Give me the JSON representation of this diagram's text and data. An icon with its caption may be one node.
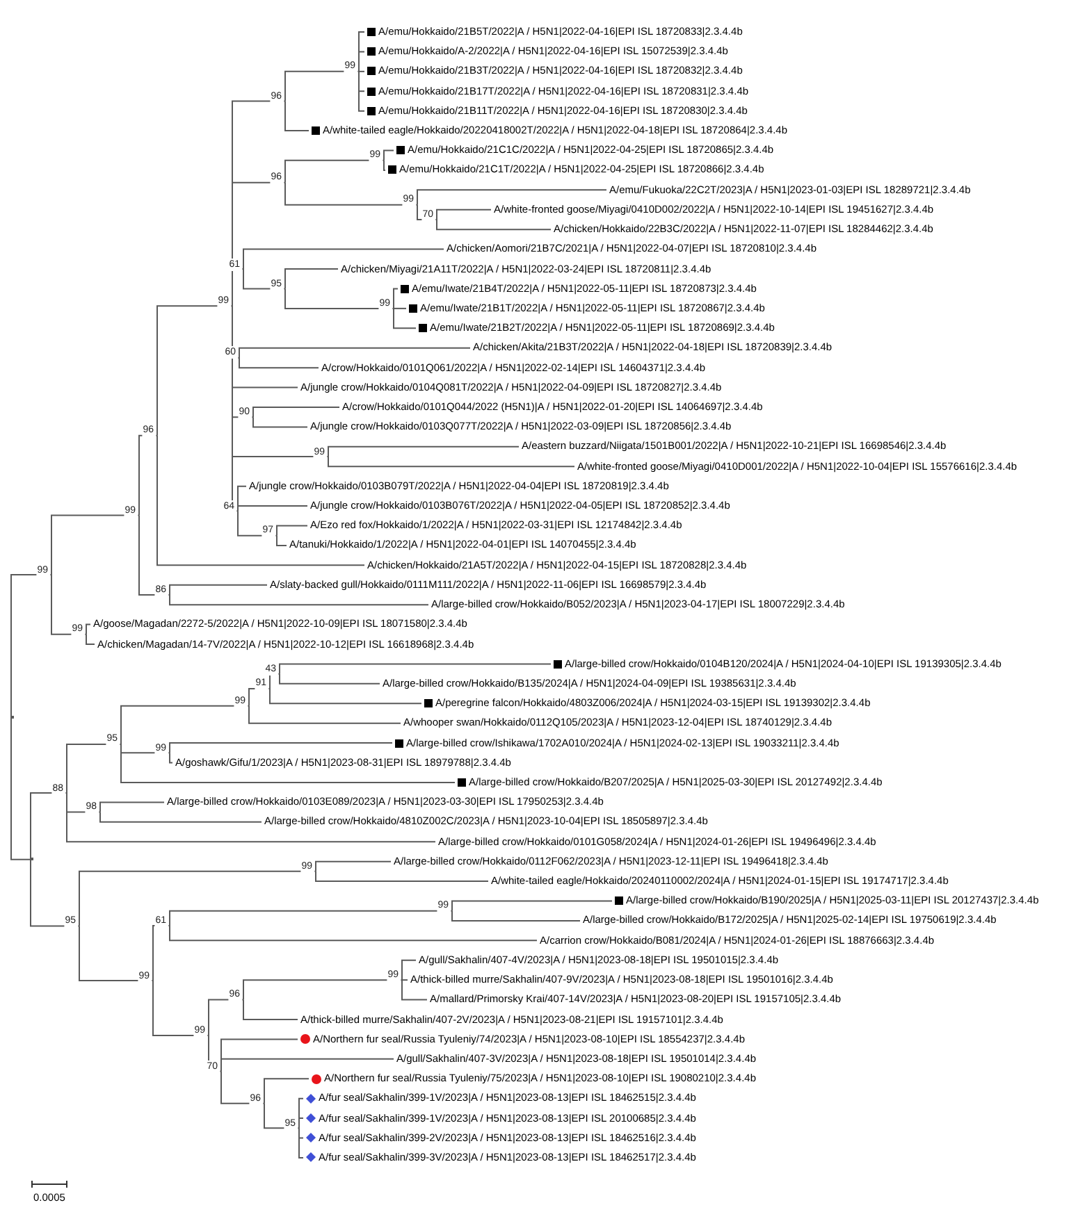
{
  "diagram": {
    "nodes": [
      {
        "text": [],
        "shape": "point"
      },
      {
        "text": [
          "99"
        ]
      },
      {
        "text": [
          "99"
        ]
      },
      {
        "text": [
          "96"
        ]
      },
      {
        "text": [
          "99"
        ]
      },
      {
        "text": [
          "96"
        ]
      },
      {
        "text": [
          "99"
        ]
      },
      {
        "text": [
          "A/emu/Hokkaido/21B5T/2022|A / H5N1|2022-04-16|EPI ISL 18720833|2.3.4.4b"
        ]
      },
      {
        "text": [
          "A/emu/Hokkaido/A-2/2022|A / H5N1|2022-04-16|EPI ISL 15072539|2.3.4.4b"
        ]
      },
      {
        "text": [
          "A/emu/Hokkaido/21B3T/2022|A / H5N1|2022-04-16|EPI ISL 18720832|2.3.4.4b"
        ]
      },
      {
        "text": [
          "A/emu/Hokkaido/21B17T/2022|A / H5N1|2022-04-16|EPI ISL 18720831|2.3.4.4b"
        ]
      },
      {
        "text": [
          "A/emu/Hokkaido/21B11T/2022|A / H5N1|2022-04-16|EPI ISL 18720830|2.3.4.4b"
        ]
      },
      {
        "text": [
          "A/white-tailed eagle/Hokkaido/20220418002T/2022|A / H5N1|2022-04-18|EPI ISL 18720864|2.3.4.4b"
        ]
      },
      {
        "text": [
          "96"
        ]
      },
      {
        "text": [
          "99"
        ]
      },
      {
        "text": [
          "A/emu/Hokkaido/21C1C/2022|A / H5N1|2022-04-25|EPI ISL 18720865|2.3.4.4b"
        ]
      },
      {
        "text": [
          "A/emu/Hokkaido/21C1T/2022|A / H5N1|2022-04-25|EPI ISL 18720866|2.3.4.4b"
        ]
      },
      {
        "text": [
          "99"
        ]
      },
      {
        "text": [
          "A/emu/Fukuoka/22C2T/2023|A / H5N1|2023-01-03|EPI ISL 18289721|2.3.4.4b"
        ]
      },
      {
        "text": [
          "70"
        ]
      },
      {
        "text": [
          "A/white-fronted goose/Miyagi/0410D002/2022|A / H5N1|2022-10-14|EPI ISL 19451627|2.3.4.4b"
        ]
      },
      {
        "text": [
          "A/chicken/Hokkaido/22B3C/2022|A / H5N1|2022-11-07|EPI ISL 18284462|2.3.4.4b"
        ]
      },
      {
        "text": [
          "61"
        ]
      },
      {
        "text": [
          "A/chicken/Aomori/21B7C/2021|A / H5N1|2022-04-07|EPI ISL 18720810|2.3.4.4b"
        ]
      },
      {
        "text": [
          "95"
        ]
      },
      {
        "text": [
          "A/chicken/Miyagi/21A11T/2022|A / H5N1|2022-03-24|EPI ISL 18720811|2.3.4.4b"
        ]
      },
      {
        "text": [
          "99"
        ]
      },
      {
        "text": [
          "A/emu/Iwate/21B4T/2022|A / H5N1|2022-05-11|EPI ISL 18720873|2.3.4.4b"
        ]
      },
      {
        "text": [
          "A/emu/Iwate/21B1T/2022|A / H5N1|2022-05-11|EPI ISL 18720867|2.3.4.4b"
        ]
      },
      {
        "text": [
          "A/emu/Iwate/21B2T/2022|A / H5N1|2022-05-11|EPI ISL 18720869|2.3.4.4b"
        ]
      },
      {
        "text": [
          "60"
        ]
      },
      {
        "text": [
          "A/chicken/Akita/21B3T/2022|A / H5N1|2022-04-18|EPI ISL 18720839|2.3.4.4b"
        ]
      },
      {
        "text": [
          "A/crow/Hokkaido/0101Q061/2022|A / H5N1|2022-02-14|EPI ISL 14604371|2.3.4.4b"
        ]
      },
      {
        "text": [
          "A/jungle crow/Hokkaido/0104Q081T/2022|A / H5N1|2022-04-09|EPI ISL 18720827|2.3.4.4b"
        ]
      },
      {
        "text": [
          "90"
        ]
      },
      {
        "text": [
          "A/crow/Hokkaido/0101Q044/2022 (H5N1)|A / H5N1|2022-01-20|EPI ISL 14064697|2.3.4.4b"
        ]
      },
      {
        "text": [
          "A/jungle crow/Hokkaido/0103Q077T/2022|A / H5N1|2022-03-09|EPI ISL 18720856|2.3.4.4b"
        ]
      },
      {
        "text": [
          "99"
        ]
      },
      {
        "text": [
          "A/eastern buzzard/Niigata/1501B001/2022|A / H5N1|2022-10-21|EPI ISL 16698546|2.3.4.4b"
        ]
      },
      {
        "text": [
          "A/white-fronted goose/Miyagi/0410D001/2022|A / H5N1|2022-10-04|EPI ISL 15576616|2.3.4.4b"
        ]
      },
      {
        "text": [
          "64"
        ]
      },
      {
        "text": [
          "A/jungle crow/Hokkaido/0103B079T/2022|A / H5N1|2022-04-04|EPI ISL 18720819|2.3.4.4b"
        ]
      },
      {
        "text": [
          "A/jungle crow/Hokkaido/0103B076T/2022|A / H5N1|2022-04-05|EPI ISL 18720852|2.3.4.4b"
        ]
      },
      {
        "text": [
          "97"
        ]
      },
      {
        "text": [
          "A/Ezo red fox/Hokkaido/1/2022|A / H5N1|2022-03-31|EPI ISL 12174842|2.3.4.4b"
        ]
      },
      {
        "text": [
          "A/tanuki/Hokkaido/1/2022|A / H5N1|2022-04-01|EPI ISL 14070455|2.3.4.4b"
        ]
      },
      {
        "text": [
          "A/chicken/Hokkaido/21A5T/2022|A / H5N1|2022-04-15|EPI ISL 18720828|2.3.4.4b"
        ]
      },
      {
        "text": [
          "86"
        ]
      },
      {
        "text": [
          "A/slaty-backed gull/Hokkaido/0111M111/2022|A / H5N1|2022-11-06|EPI ISL 16698579|2.3.4.4b"
        ]
      },
      {
        "text": [
          "A/large-billed crow/Hokkaido/B052/2023|A / H5N1|2023-04-17|EPI ISL 18007229|2.3.4.4b"
        ]
      },
      {
        "text": [
          "99"
        ]
      },
      {
        "text": [
          "A/goose/Magadan/2272-5/2022|A / H5N1|2022-10-09|EPI ISL 18071580|2.3.4.4b"
        ]
      },
      {
        "text": [
          "A/chicken/Magadan/14-7V/2022|A / H5N1|2022-10-12|EPI ISL 16618968|2.3.4.4b"
        ]
      },
      {
        "text": [],
        "shape": "point"
      },
      {
        "text": [
          "88"
        ]
      },
      {
        "text": [
          "95"
        ]
      },
      {
        "text": [
          "99"
        ]
      },
      {
        "text": [
          "91"
        ]
      },
      {
        "text": [
          "43"
        ]
      },
      {
        "text": [
          "A/large-billed crow/Hokkaido/0104B120/2024|A / H5N1|2024-04-10|EPI ISL 19139305|2.3.4.4b"
        ]
      },
      {
        "text": [
          "A/large-billed crow/Hokkaido/B135/2024|A / H5N1|2024-04-09|EPI ISL 19385631|2.3.4.4b"
        ]
      },
      {
        "text": [
          "A/peregrine falcon/Hokkaido/4803Z006/2024|A / H5N1|2024-03-15|EPI ISL 19139302|2.3.4.4b"
        ]
      },
      {
        "text": [
          "A/whooper swan/Hokkaido/0112Q105/2023|A / H5N1|2023-12-04|EPI ISL 18740129|2.3.4.4b"
        ]
      },
      {
        "text": [
          "99"
        ]
      },
      {
        "text": [
          "A/large-billed crow/Ishikawa/1702A010/2024|A / H5N1|2024-02-13|EPI ISL 19033211|2.3.4.4b"
        ]
      },
      {
        "text": [
          "A/goshawk/Gifu/1/2023|A / H5N1|2023-08-31|EPI ISL 18979788|2.3.4.4b"
        ]
      },
      {
        "text": [
          "A/large-billed crow/Hokkaido/B207/2025|A / H5N1|2025-03-30|EPI ISL 20127492|2.3.4.4b"
        ]
      },
      {
        "text": [
          "98"
        ]
      },
      {
        "text": [
          "A/large-billed crow/Hokkaido/0103E089/2023|A / H5N1|2023-03-30|EPI ISL 17950253|2.3.4.4b"
        ]
      },
      {
        "text": [
          "A/large-billed crow/Hokkaido/4810Z002C/2023|A / H5N1|2023-10-04|EPI ISL 18505897|2.3.4.4b"
        ]
      },
      {
        "text": [
          "A/large-billed crow/Hokkaido/0101G058/2024|A / H5N1|2024-01-26|EPI ISL 19496496|2.3.4.4b"
        ]
      },
      {
        "text": [
          "95"
        ]
      },
      {
        "text": [
          "99"
        ]
      },
      {
        "text": [
          "A/large-billed crow/Hokkaido/0112F062/2023|A / H5N1|2023-12-11|EPI ISL 19496418|2.3.4.4b"
        ]
      },
      {
        "text": [
          "A/white-tailed eagle/Hokkaido/20240110002/2024|A / H5N1|2024-01-15|EPI ISL 19174717|2.3.4.4b"
        ]
      },
      {
        "text": [
          "99"
        ]
      },
      {
        "text": [
          "61"
        ]
      },
      {
        "text": [
          "99"
        ]
      },
      {
        "text": [
          "A/large-billed crow/Hokkaido/B190/2025|A / H5N1|2025-03-11|EPI ISL 20127437|2.3.4.4b"
        ]
      },
      {
        "text": [
          "A/large-billed crow/Hokkaido/B172/2025|A / H5N1|2025-02-14|EPI ISL 19750619|2.3.4.4b"
        ]
      },
      {
        "text": [
          "A/carrion crow/Hokkaido/B081/2024|A / H5N1|2024-01-26|EPI ISL 18876663|2.3.4.4b"
        ]
      },
      {
        "text": [
          "99"
        ]
      },
      {
        "text": [
          "96"
        ]
      },
      {
        "text": [
          "99"
        ]
      },
      {
        "text": [
          "A/gull/Sakhalin/407-4V/2023|A / H5N1|2023-08-18|EPI ISL 19501015|2.3.4.4b"
        ]
      },
      {
        "text": [
          "A/thick-billed murre/Sakhalin/407-9V/2023|A / H5N1|2023-08-18|EPI ISL 19501016|2.3.4.4b"
        ]
      },
      {
        "text": [
          "A/mallard/Primorsky Krai/407-14V/2023|A / H5N1|2023-08-20|EPI ISL 19157105|2.3.4.4b"
        ]
      },
      {
        "text": [
          "A/thick-billed murre/Sakhalin/407-2V/2023|A / H5N1|2023-08-21|EPI ISL 19157101|2.3.4.4b"
        ]
      },
      {
        "text": [
          "70"
        ]
      },
      {
        "text": [
          "A/Northern fur seal/Russia Tyuleniy/74/2023|A / H5N1|2023-08-10|EPI ISL 18554237|2.3.4.4b"
        ]
      },
      {
        "text": [
          "A/gull/Sakhalin/407-3V/2023|A / H5N1|2023-08-18|EPI ISL 19501014|2.3.4.4b"
        ]
      },
      {
        "text": [
          "96"
        ]
      },
      {
        "text": [
          "A/Northern fur seal/Russia Tyuleniy/75/2023|A / H5N1|2023-08-10|EPI ISL 19080210|2.3.4.4b"
        ]
      },
      {
        "text": [
          "95"
        ]
      },
      {
        "text": [
          "A/fur seal/Sakhalin/399-1V/2023|A / H5N1|2023-08-13|EPI ISL 18462515|2.3.4.4b"
        ]
      },
      {
        "text": [
          "A/fur seal/Sakhalin/399-1V/2023|A / H5N1|2023-08-13|EPI ISL 20100685|2.3.4.4b"
        ]
      },
      {
        "text": [
          "A/fur seal/Sakhalin/399-2V/2023|A / H5N1|2023-08-13|EPI ISL 18462516|2.3.4.4b"
        ]
      },
      {
        "text": [
          "A/fur seal/Sakhalin/399-3V/2023|A / H5N1|2023-08-13|EPI ISL 18462517|2.3.4.4b"
        ]
      }
    ],
    "edges": [
      {
        "from": 0,
        "to": 1,
        "arrow": "none"
      },
      {
        "from": 1,
        "to": 2,
        "arrow": "none"
      },
      {
        "from": 2,
        "to": 3,
        "arrow": "none"
      },
      {
        "from": 3,
        "to": 4,
        "arrow": "none"
      },
      {
        "from": 4,
        "to": 5,
        "arrow": "none"
      },
      {
        "from": 5,
        "to": 6,
        "arrow": "none"
      },
      {
        "from": 6,
        "to": 7,
        "arrow": "none"
      },
      {
        "from": 6,
        "to": 8,
        "arrow": "none"
      },
      {
        "from": 6,
        "to": 9,
        "arrow": "none"
      },
      {
        "from": 6,
        "to": 10,
        "arrow": "none"
      },
      {
        "from": 6,
        "to": 11,
        "arrow": "none"
      },
      {
        "from": 5,
        "to": 12,
        "arrow": "none"
      },
      {
        "from": 4,
        "to": 13,
        "arrow": "none"
      },
      {
        "from": 13,
        "to": 14,
        "arrow": "none"
      },
      {
        "from": 14,
        "to": 15,
        "arrow": "none"
      },
      {
        "from": 14,
        "to": 16,
        "arrow": "none"
      },
      {
        "from": 13,
        "to": 17,
        "arrow": "none"
      },
      {
        "from": 17,
        "to": 18,
        "arrow": "none"
      },
      {
        "from": 17,
        "to": 19,
        "arrow": "none"
      },
      {
        "from": 19,
        "to": 20,
        "arrow": "none"
      },
      {
        "from": 19,
        "to": 21,
        "arrow": "none"
      },
      {
        "from": 4,
        "to": 22,
        "arrow": "none"
      },
      {
        "from": 22,
        "to": 23,
        "arrow": "none"
      },
      {
        "from": 22,
        "to": 24,
        "arrow": "none"
      },
      {
        "from": 24,
        "to": 25,
        "arrow": "none"
      },
      {
        "from": 24,
        "to": 26,
        "arrow": "none"
      },
      {
        "from": 26,
        "to": 27,
        "arrow": "none"
      },
      {
        "from": 26,
        "to": 28,
        "arrow": "none"
      },
      {
        "from": 26,
        "to": 29,
        "arrow": "none"
      },
      {
        "from": 4,
        "to": 30,
        "arrow": "none"
      },
      {
        "from": 30,
        "to": 31,
        "arrow": "none"
      },
      {
        "from": 30,
        "to": 32,
        "arrow": "none"
      },
      {
        "from": 4,
        "to": 33,
        "arrow": "none"
      },
      {
        "from": 4,
        "to": 34,
        "arrow": "none"
      },
      {
        "from": 34,
        "to": 35,
        "arrow": "none"
      },
      {
        "from": 34,
        "to": 36,
        "arrow": "none"
      },
      {
        "from": 4,
        "to": 37,
        "arrow": "none"
      },
      {
        "from": 37,
        "to": 38,
        "arrow": "none"
      },
      {
        "from": 37,
        "to": 39,
        "arrow": "none"
      },
      {
        "from": 4,
        "to": 40,
        "arrow": "none"
      },
      {
        "from": 40,
        "to": 41,
        "arrow": "none"
      },
      {
        "from": 40,
        "to": 42,
        "arrow": "none"
      },
      {
        "from": 40,
        "to": 43,
        "arrow": "none"
      },
      {
        "from": 43,
        "to": 44,
        "arrow": "none"
      },
      {
        "from": 43,
        "to": 45,
        "arrow": "none"
      },
      {
        "from": 3,
        "to": 46,
        "arrow": "none"
      },
      {
        "from": 2,
        "to": 47,
        "arrow": "none"
      },
      {
        "from": 47,
        "to": 48,
        "arrow": "none"
      },
      {
        "from": 47,
        "to": 49,
        "arrow": "none"
      },
      {
        "from": 1,
        "to": 50,
        "arrow": "none"
      },
      {
        "from": 50,
        "to": 51,
        "arrow": "none"
      },
      {
        "from": 50,
        "to": 52,
        "arrow": "none"
      },
      {
        "from": 0,
        "to": 53,
        "arrow": "none"
      },
      {
        "from": 53,
        "to": 54,
        "arrow": "none"
      },
      {
        "from": 54,
        "to": 55,
        "arrow": "none"
      },
      {
        "from": 55,
        "to": 56,
        "arrow": "none"
      },
      {
        "from": 56,
        "to": 57,
        "arrow": "none"
      },
      {
        "from": 57,
        "to": 58,
        "arrow": "none"
      },
      {
        "from": 58,
        "to": 59,
        "arrow": "none"
      },
      {
        "from": 58,
        "to": 60,
        "arrow": "none"
      },
      {
        "from": 57,
        "to": 61,
        "arrow": "none"
      },
      {
        "from": 56,
        "to": 62,
        "arrow": "none"
      },
      {
        "from": 55,
        "to": 63,
        "arrow": "none"
      },
      {
        "from": 63,
        "to": 64,
        "arrow": "none"
      },
      {
        "from": 63,
        "to": 65,
        "arrow": "none"
      },
      {
        "from": 55,
        "to": 66,
        "arrow": "none"
      },
      {
        "from": 54,
        "to": 67,
        "arrow": "none"
      },
      {
        "from": 67,
        "to": 68,
        "arrow": "none"
      },
      {
        "from": 67,
        "to": 69,
        "arrow": "none"
      },
      {
        "from": 54,
        "to": 70,
        "arrow": "none"
      },
      {
        "from": 53,
        "to": 71,
        "arrow": "none"
      },
      {
        "from": 71,
        "to": 72,
        "arrow": "none"
      },
      {
        "from": 72,
        "to": 73,
        "arrow": "none"
      },
      {
        "from": 72,
        "to": 74,
        "arrow": "none"
      },
      {
        "from": 71,
        "to": 75,
        "arrow": "none"
      },
      {
        "from": 75,
        "to": 76,
        "arrow": "none"
      },
      {
        "from": 76,
        "to": 77,
        "arrow": "none"
      },
      {
        "from": 77,
        "to": 78,
        "arrow": "none"
      },
      {
        "from": 77,
        "to": 79,
        "arrow": "none"
      },
      {
        "from": 76,
        "to": 80,
        "arrow": "none"
      },
      {
        "from": 75,
        "to": 81,
        "arrow": "none"
      },
      {
        "from": 81,
        "to": 82,
        "arrow": "none"
      },
      {
        "from": 82,
        "to": 83,
        "arrow": "none"
      },
      {
        "from": 83,
        "to": 84,
        "arrow": "none"
      },
      {
        "from": 83,
        "to": 85,
        "arrow": "none"
      },
      {
        "from": 83,
        "to": 86,
        "arrow": "none"
      },
      {
        "from": 82,
        "to": 87,
        "arrow": "none"
      },
      {
        "from": 81,
        "to": 88,
        "arrow": "none"
      },
      {
        "from": 88,
        "to": 89,
        "arrow": "none"
      },
      {
        "from": 88,
        "to": 90,
        "arrow": "none"
      },
      {
        "from": 88,
        "to": 91,
        "arrow": "none"
      },
      {
        "from": 91,
        "to": 92,
        "arrow": "none"
      },
      {
        "from": 91,
        "to": 93,
        "arrow": "none"
      },
      {
        "from": 93,
        "to": 94,
        "arrow": "none"
      },
      {
        "from": 93,
        "to": 95,
        "arrow": "none"
      },
      {
        "from": 93,
        "to": 96,
        "arrow": "none"
      },
      {
        "from": 93,
        "to": 97,
        "arrow": "none"
      }
    ],
    "labels": [
      "0.0005"
    ]
  }
}
